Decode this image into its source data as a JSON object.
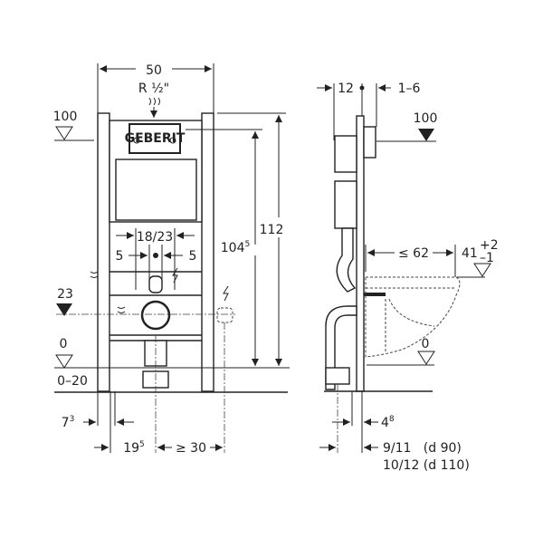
{
  "front_view": {
    "width_label": "50",
    "water_inlet_label": "R ½\"",
    "level_100": "100",
    "level_23": "23",
    "level_0": "0",
    "floor_range": "0–20",
    "height_104": "104",
    "height_104_sup": "5",
    "height_112": "112",
    "spacing_18_23": "18/23",
    "offset_left": "5",
    "offset_right": "5",
    "dim_7": "7",
    "dim_7_sup": "3",
    "dim_19": "19",
    "dim_19_sup": "5",
    "dim_30": "≥ 30",
    "brand": "GEBERIT"
  },
  "side_view": {
    "depth_12": "12",
    "depth_1_6": "1–6",
    "level_100": "100",
    "bowl_length": "≤ 62",
    "seat_height": "41",
    "seat_tol_plus": "+2",
    "seat_tol_minus": "–1",
    "level_0": "0",
    "dim_4": "4",
    "dim_4_sup": "8",
    "drain_d90": "9/11   (d 90)",
    "drain_d110": "10/12 (d 110)"
  }
}
